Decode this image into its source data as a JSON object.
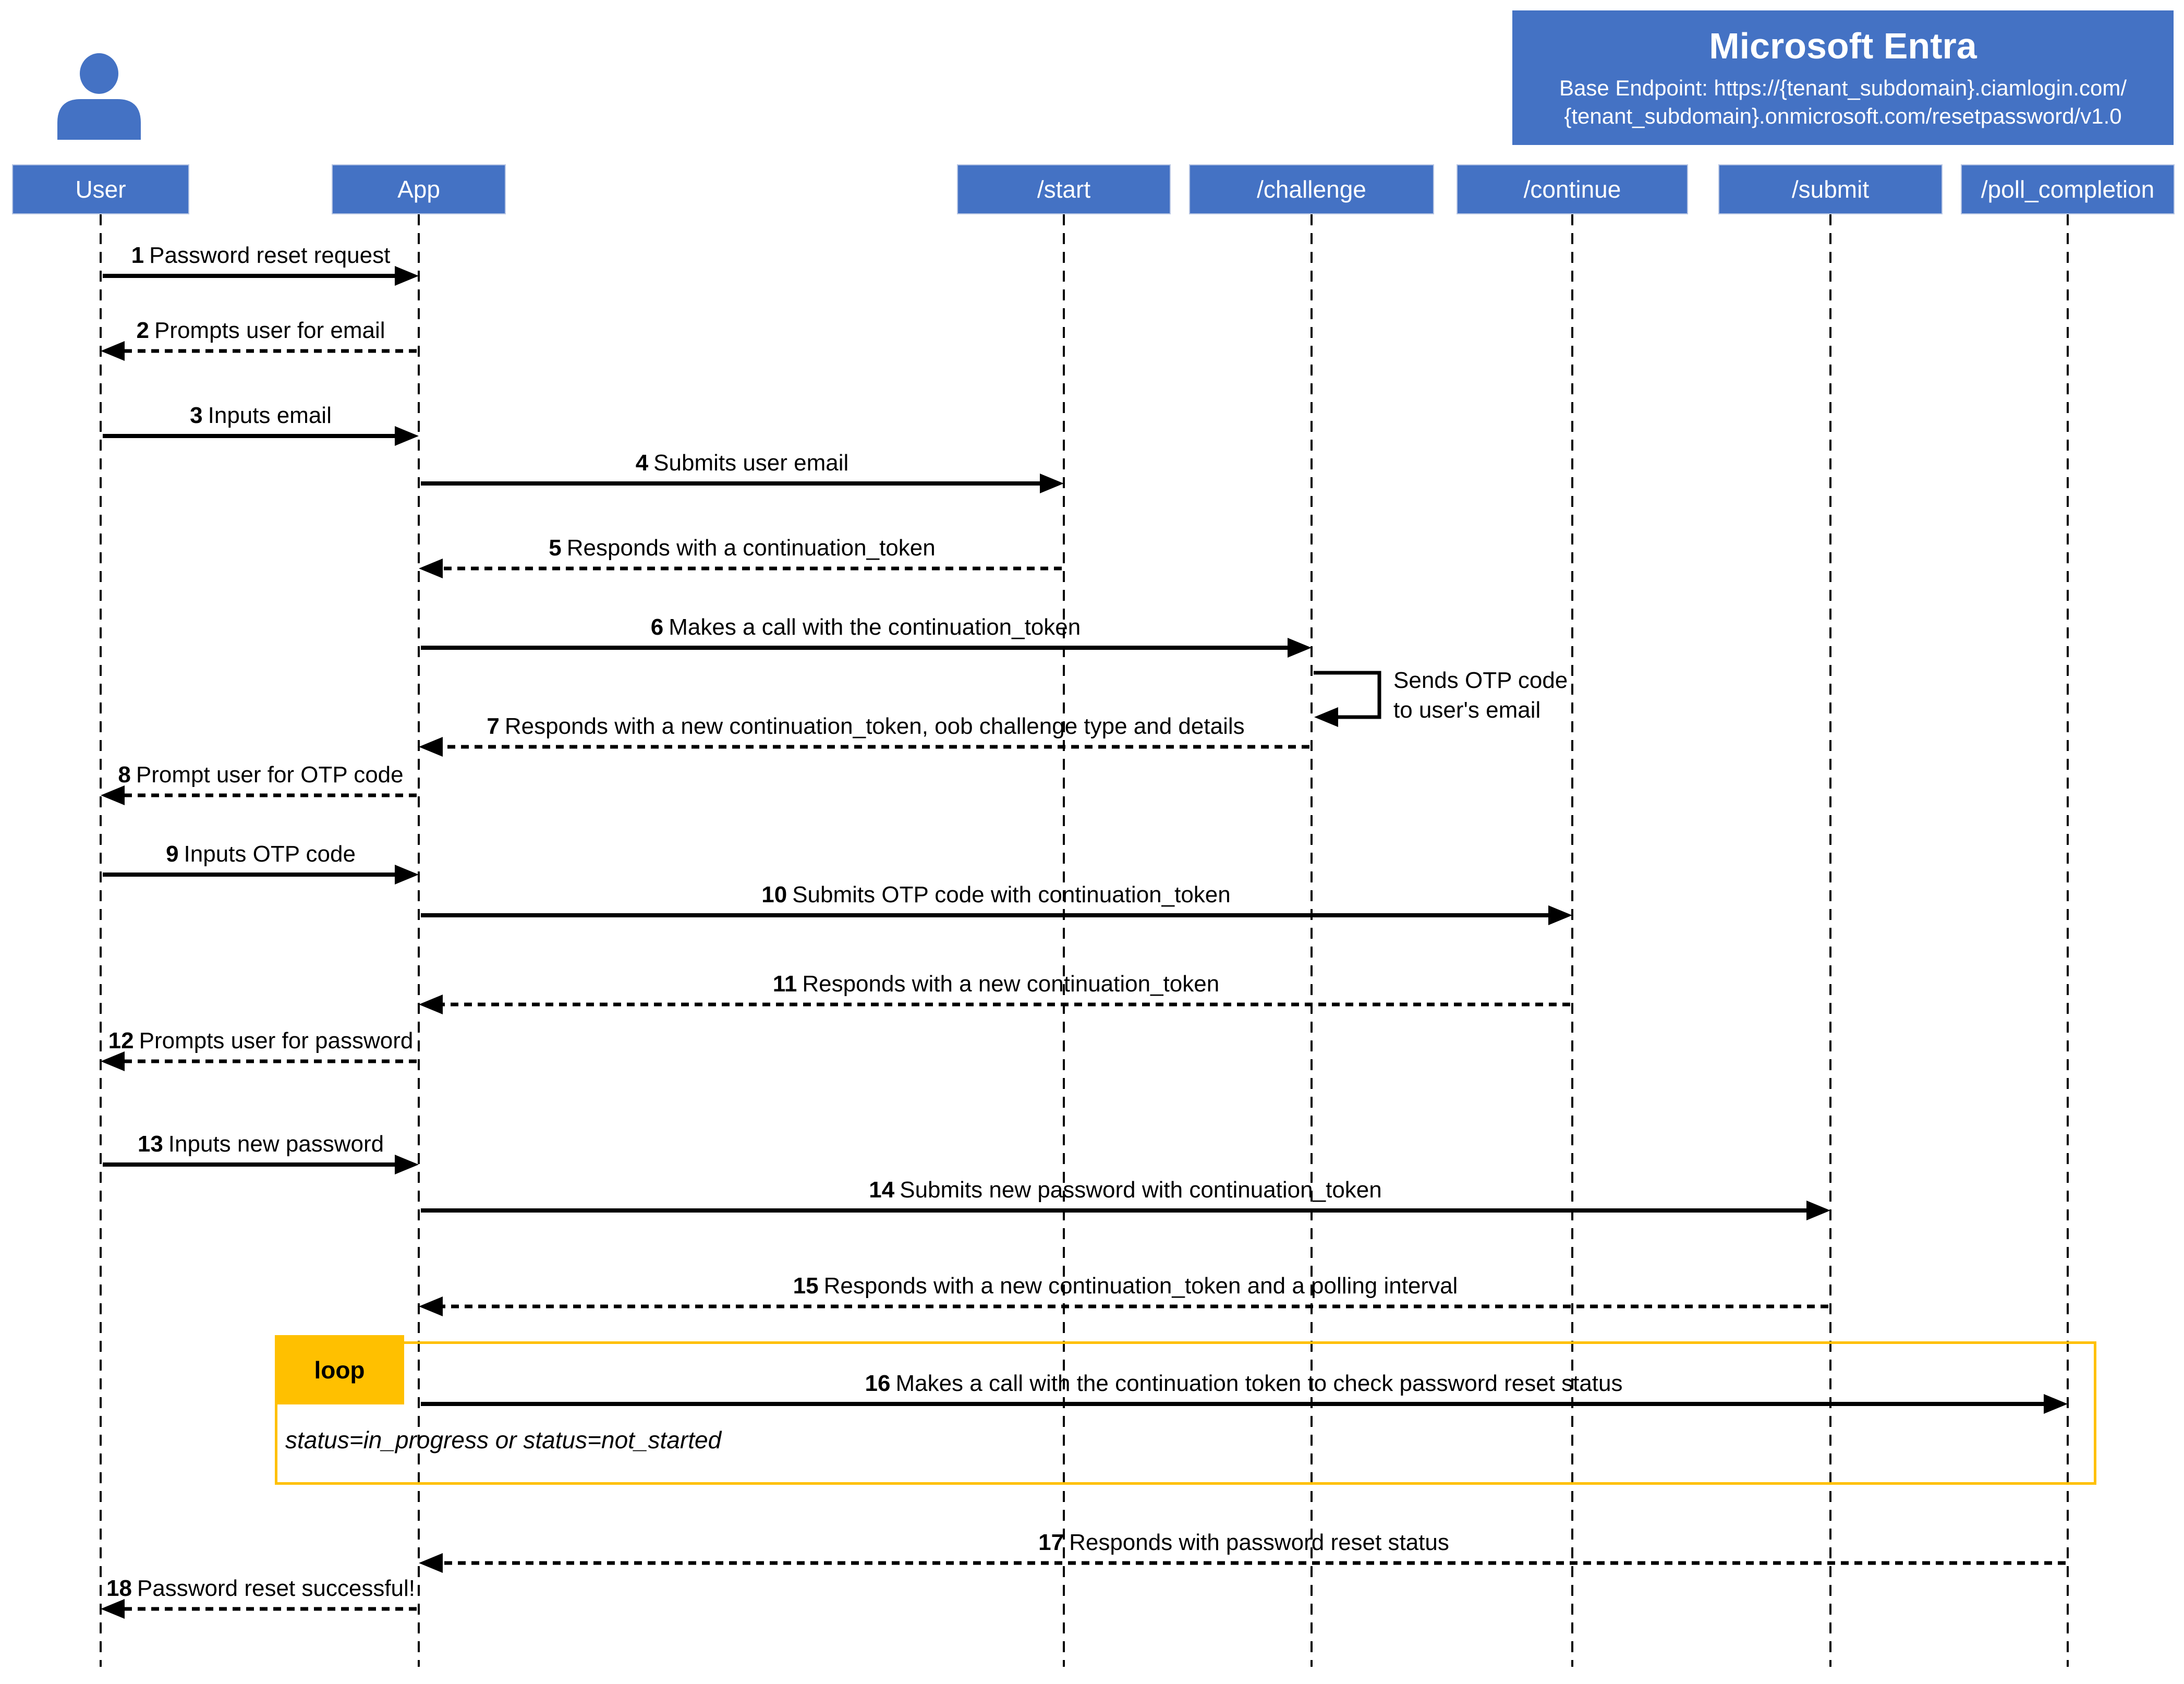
{
  "header": {
    "title": "Microsoft Entra",
    "endpoint_line1": "Base Endpoint: https://{tenant_subdomain}.ciamlogin.com/",
    "endpoint_line2": "{tenant_subdomain}.onmicrosoft.com/resetpassword/v1.0"
  },
  "lifelines": [
    {
      "label": "User"
    },
    {
      "label": "App"
    },
    {
      "label": "/start"
    },
    {
      "label": "/challenge"
    },
    {
      "label": "/continue"
    },
    {
      "label": "/submit"
    },
    {
      "label": "/poll_completion"
    }
  ],
  "messages": [
    {
      "num": "1",
      "text": "Password reset request",
      "from": "User",
      "to": "App",
      "style": "solid"
    },
    {
      "num": "2",
      "text": "Prompts user for email",
      "from": "App",
      "to": "User",
      "style": "dashed"
    },
    {
      "num": "3",
      "text": "Inputs email",
      "from": "User",
      "to": "App",
      "style": "solid"
    },
    {
      "num": "4",
      "text": "Submits user email",
      "from": "App",
      "to": "/start",
      "style": "solid"
    },
    {
      "num": "5",
      "text": "Responds with a continuation_token",
      "from": "/start",
      "to": "App",
      "style": "dashed"
    },
    {
      "num": "6",
      "text": "Makes a call with the continuation_token",
      "from": "App",
      "to": "/challenge",
      "style": "solid"
    },
    {
      "num": "7",
      "text": "Responds with a new continuation_token, oob challenge type and details",
      "from": "/challenge",
      "to": "App",
      "style": "dashed"
    },
    {
      "num": "8",
      "text": "Prompt user for OTP code",
      "from": "App",
      "to": "User",
      "style": "dashed"
    },
    {
      "num": "9",
      "text": "Inputs OTP code",
      "from": "User",
      "to": "App",
      "style": "solid"
    },
    {
      "num": "10",
      "text": "Submits OTP code with continuation_token",
      "from": "App",
      "to": "/continue",
      "style": "solid"
    },
    {
      "num": "11",
      "text": "Responds with a new continuation_token",
      "from": "/continue",
      "to": "App",
      "style": "dashed"
    },
    {
      "num": "12",
      "text": "Prompts user for password",
      "from": "App",
      "to": "User",
      "style": "dashed"
    },
    {
      "num": "13",
      "text": "Inputs new password",
      "from": "User",
      "to": "App",
      "style": "solid"
    },
    {
      "num": "14",
      "text": "Submits new password with continuation_token",
      "from": "App",
      "to": "/submit",
      "style": "solid"
    },
    {
      "num": "15",
      "text": "Responds with a new continuation_token and a polling interval",
      "from": "/submit",
      "to": "App",
      "style": "dashed"
    },
    {
      "num": "16",
      "text": "Makes a call with the continuation token to check password reset status",
      "from": "App",
      "to": "/poll_completion",
      "style": "solid"
    },
    {
      "num": "17",
      "text": "Responds with password reset status",
      "from": "/poll_completion",
      "to": "App",
      "style": "dashed"
    },
    {
      "num": "18",
      "text": "Password reset successful!",
      "from": "App",
      "to": "User",
      "style": "dashed"
    }
  ],
  "self_note": {
    "line1": "Sends OTP code",
    "line2": "to user's email"
  },
  "loop": {
    "label": "loop",
    "condition": "status=in_progress or status=not_started"
  },
  "colors": {
    "actor_blue": "#4472C4",
    "loop_gold": "#FFC000",
    "arrow_black": "#000000"
  }
}
